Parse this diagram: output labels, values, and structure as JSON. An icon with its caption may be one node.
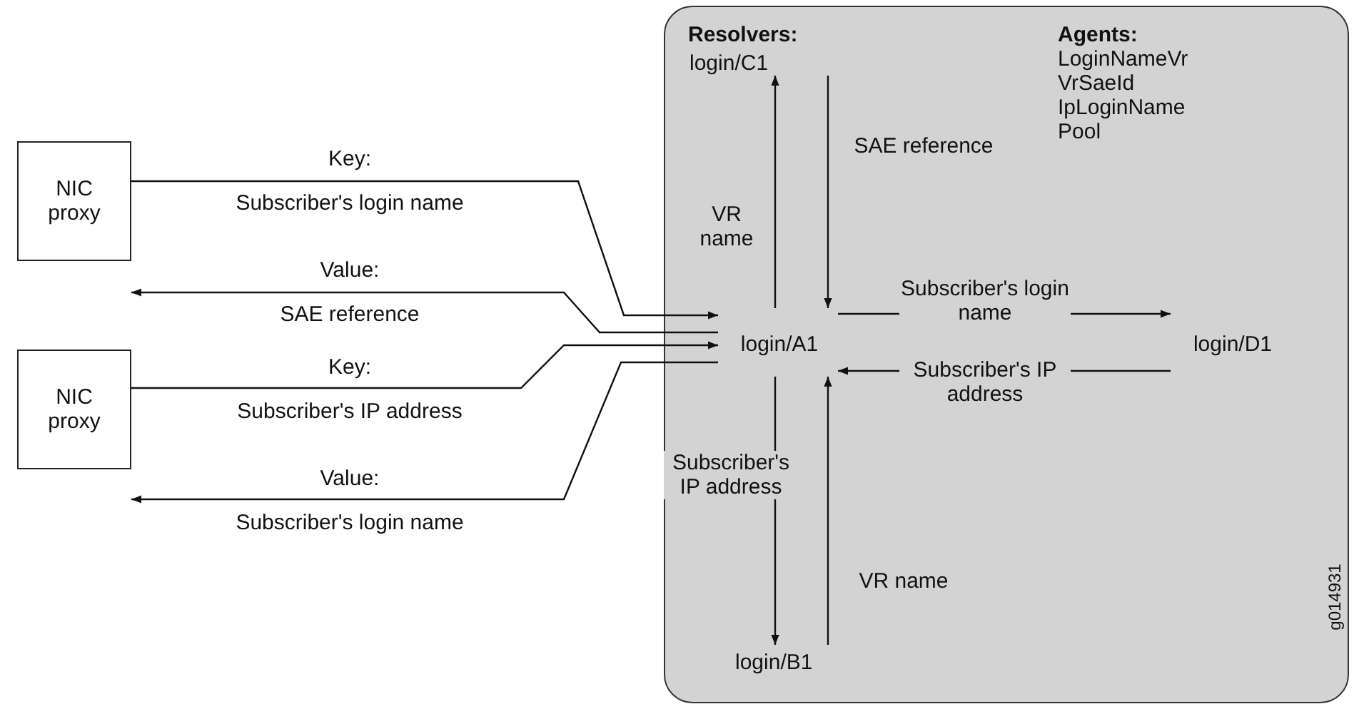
{
  "diagram": {
    "nodes": [
      {
        "text": [
          "NIC proxy"
        ]
      },
      {
        "text": [
          "NIC proxy"
        ]
      },
      {
        "text": [
          "Resolvers:",
          "Agents:",
          "LoginNameVr",
          "VrSaeId",
          "IpLoginName",
          "Pool"
        ]
      },
      {
        "text": [
          "login/C1"
        ],
        "in": 2
      },
      {
        "text": [
          "login/A1"
        ],
        "in": 2
      },
      {
        "text": [
          "login/D1"
        ],
        "in": 2
      },
      {
        "text": [
          "login/B1"
        ],
        "in": 2
      }
    ],
    "edges": [
      {
        "from": 0,
        "to": 4,
        "arrow": "to"
      },
      {
        "from": 4,
        "to": 0,
        "arrow": "to"
      },
      {
        "from": 1,
        "to": 4,
        "arrow": "to"
      },
      {
        "from": 4,
        "to": 1,
        "arrow": "to"
      },
      {
        "from": 4,
        "to": 3,
        "arrow": "to",
        "label": "VR name"
      },
      {
        "from": 3,
        "to": 4,
        "arrow": "to",
        "label": "SAE reference"
      },
      {
        "from": 4,
        "to": 5,
        "arrow": "to",
        "label": "Subscriber's login name"
      },
      {
        "from": 5,
        "to": 4,
        "arrow": "to",
        "label": "Subscriber's IP address"
      },
      {
        "from": 4,
        "to": 6,
        "arrow": "to",
        "label": "Subscriber's IP address"
      },
      {
        "from": 6,
        "to": 4,
        "arrow": "to",
        "label": "VR name"
      }
    ],
    "labels": [
      "Key:",
      "Subscriber's login name",
      "Value:",
      "SAE reference",
      "Key:",
      "Subscriber's IP address",
      "Value:",
      "Subscriber's login name",
      "g014931"
    ]
  }
}
